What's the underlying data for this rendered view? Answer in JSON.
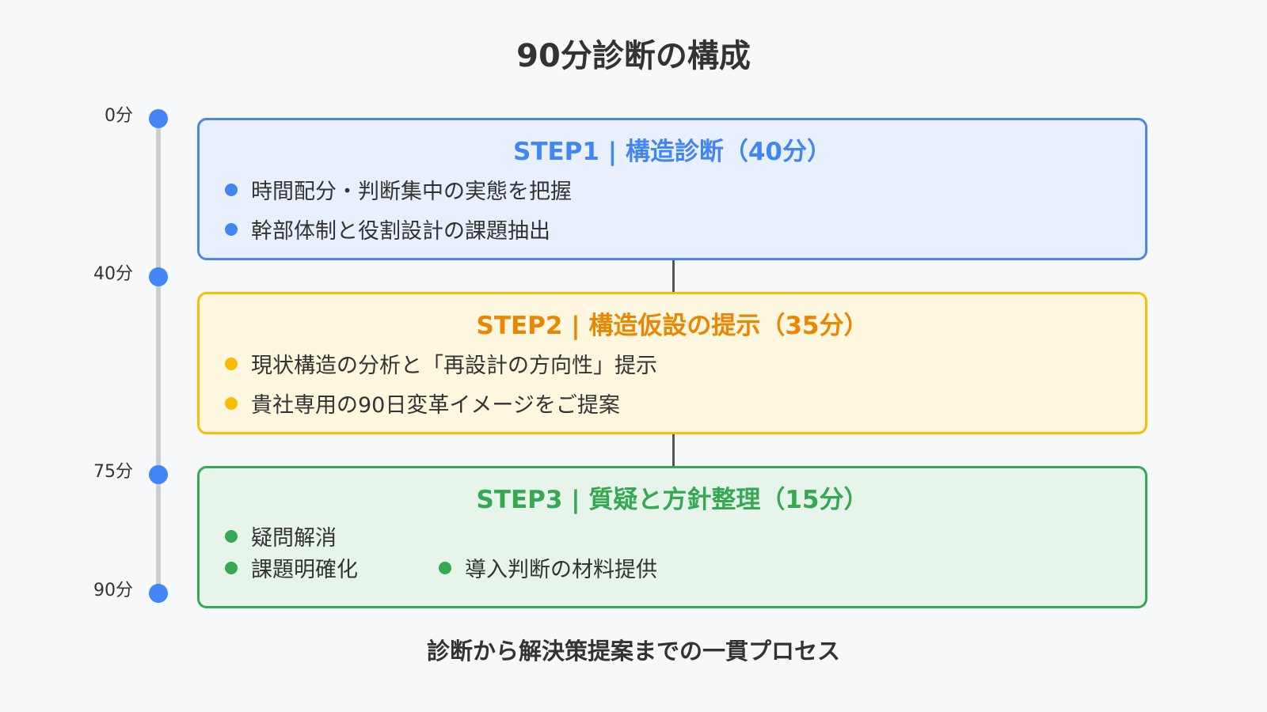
{
  "title": "90分診断の構成",
  "footer": "診断から解決策提案までの一貫プロセス",
  "timeline": [
    {
      "label": "0分"
    },
    {
      "label": "40分"
    },
    {
      "label": "75分"
    },
    {
      "label": "90分"
    }
  ],
  "steps": [
    {
      "title": "STEP1 | 構造診断（40分）",
      "color": "#4285f4",
      "items": [
        "時間配分・判断集中の実態を把握",
        "幹部体制と役割設計の課題抽出"
      ]
    },
    {
      "title": "STEP2 | 構造仮設の提示（35分）",
      "color": "#ea8600",
      "items": [
        "現状構造の分析と「再設計の方向性」提示",
        "貴社専用の90日変革イメージをご提案"
      ]
    },
    {
      "title": "STEP3 | 質疑と方針整理（15分）",
      "color": "#34a853",
      "items": [
        "疑問解消",
        "課題明確化",
        "導入判断の材料提供"
      ]
    }
  ]
}
